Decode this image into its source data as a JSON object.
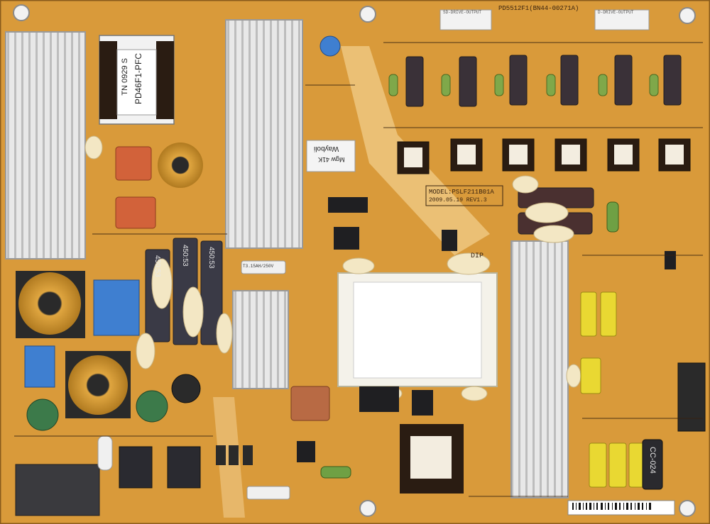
{
  "board": {
    "model_code": "PD5512F1(BN44-00271A)",
    "model_line": "MODEL:PSLF211B01A",
    "date_rev": "2009.05.19   REV1.3",
    "transformer_label_1": "PD46F1-PFC",
    "transformer_label_2": "TN 0929 S",
    "inductor_label": "Wayboli",
    "inductor_label_2": "Mgw 41K",
    "cap_label": "450:53",
    "connector_1": "SD-DRIVE-OUTPUT",
    "connector_2": "D-DRIVE-OUTPUT",
    "dip_label": "DIP",
    "cap_cc": "CC-024",
    "fuse_label": "T3.15AH/250V"
  },
  "colors": {
    "pcb": "#d99a3a",
    "heatsink": "#e6e6e6",
    "film_cap": "#d2623a",
    "x_cap_blue": "#3f7fd0",
    "electrolytic": "#3a3a46"
  }
}
